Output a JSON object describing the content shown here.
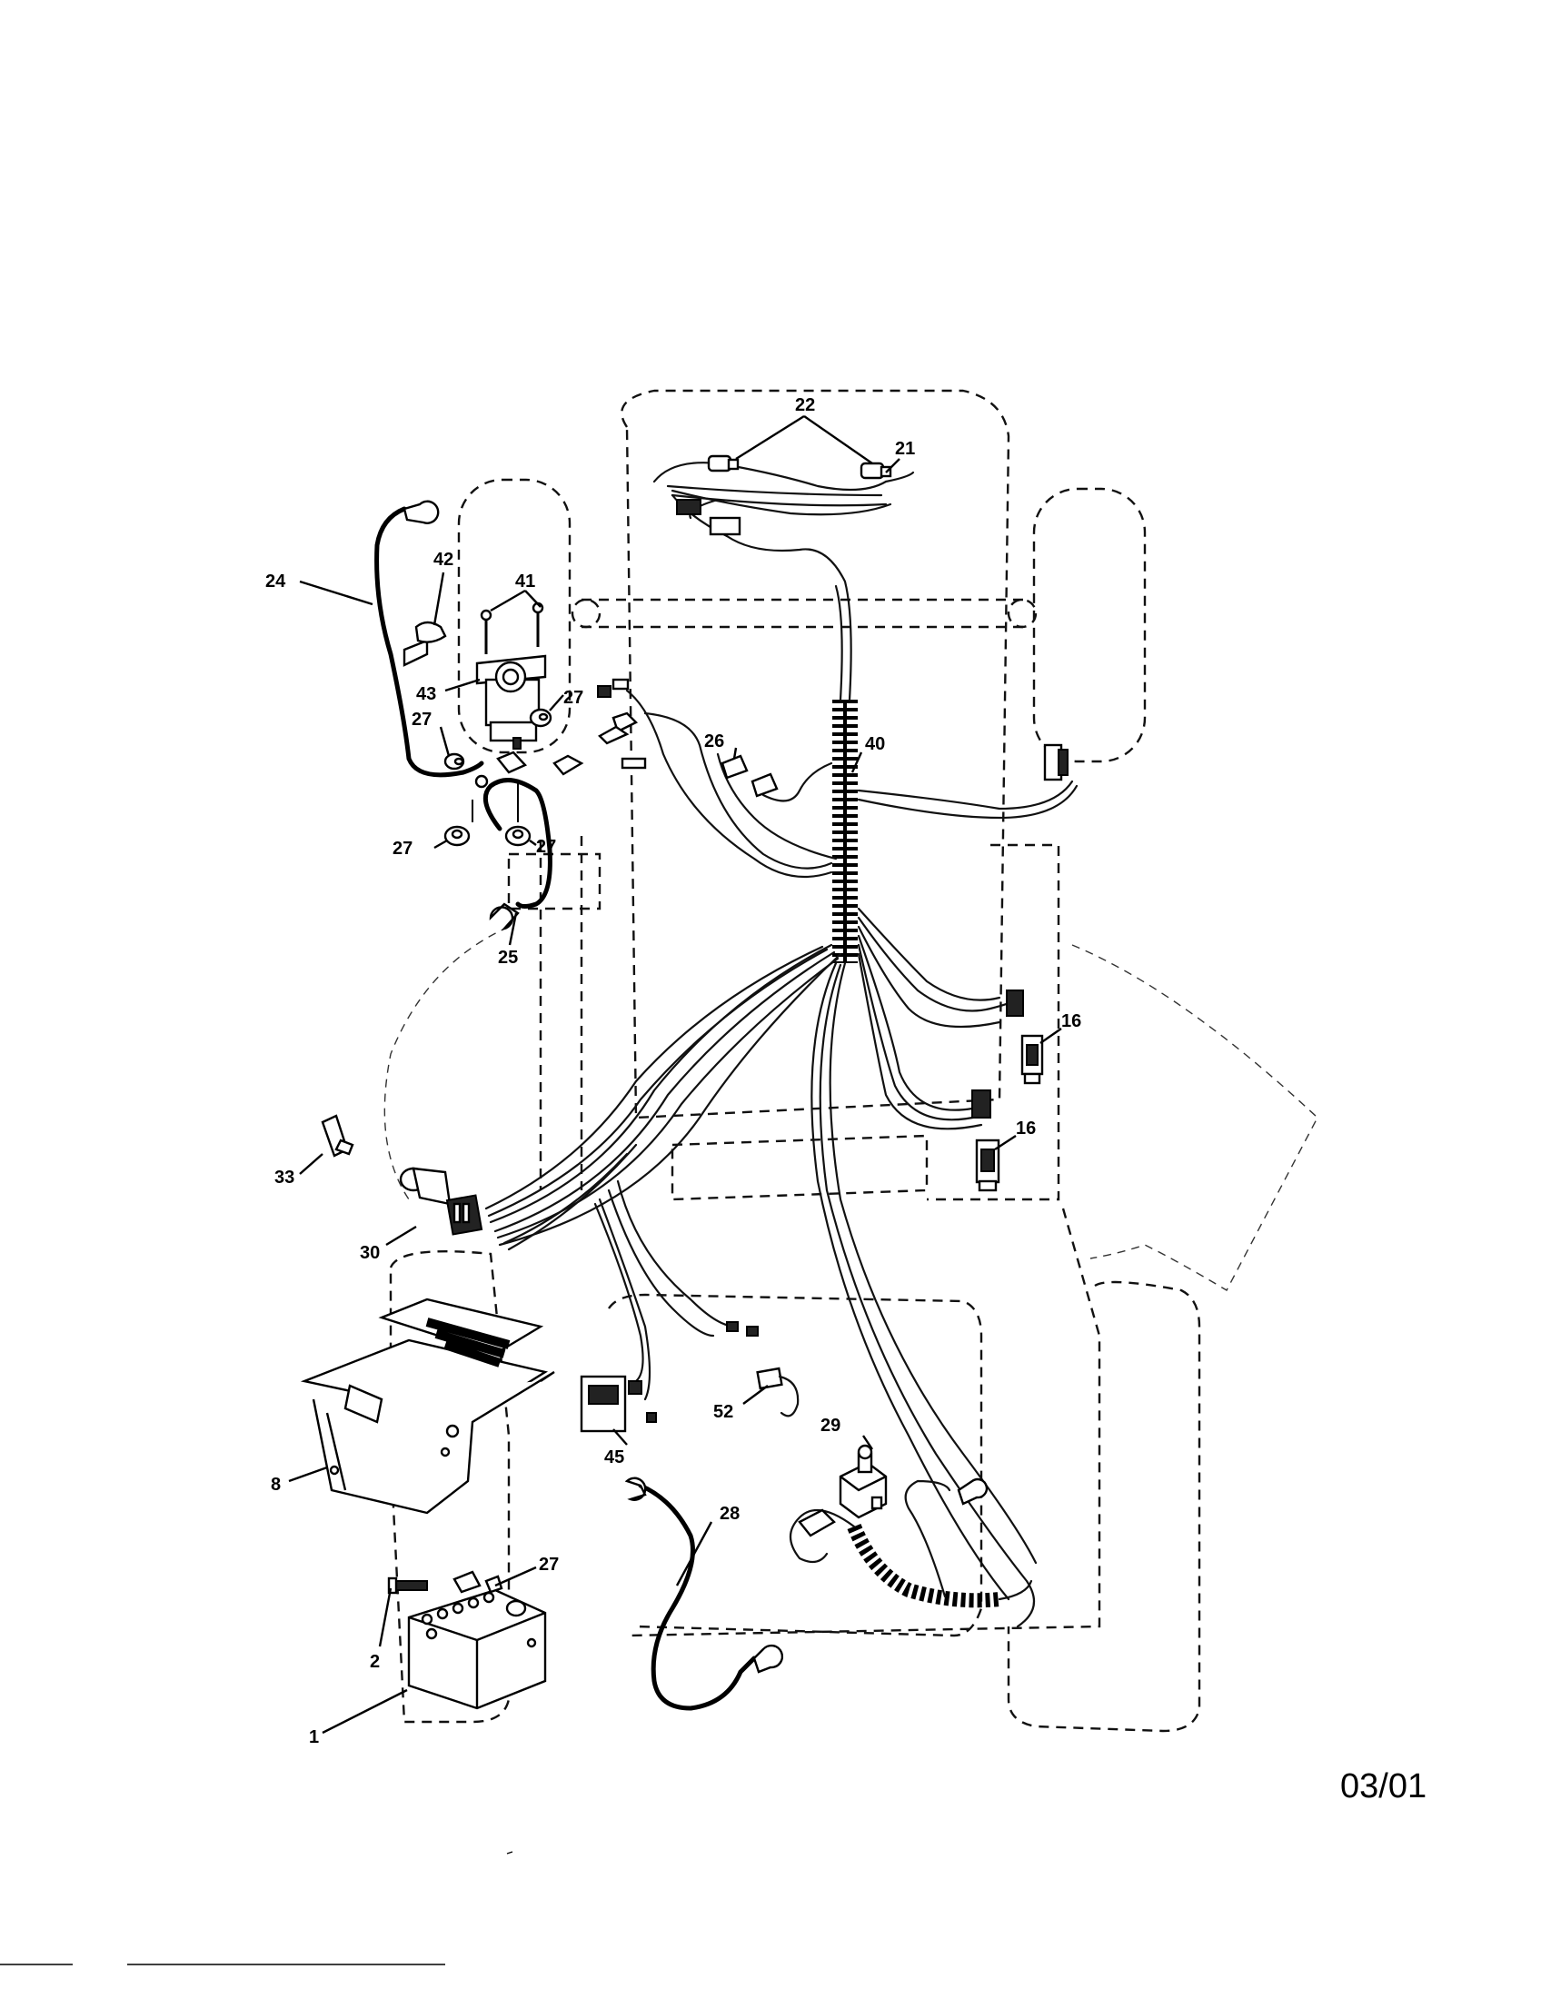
{
  "diagram": {
    "date_code": "03/01",
    "callouts": [
      {
        "id": "c22",
        "label": "22"
      },
      {
        "id": "c21",
        "label": "21"
      },
      {
        "id": "c42",
        "label": "42"
      },
      {
        "id": "c24",
        "label": "24"
      },
      {
        "id": "c41",
        "label": "41"
      },
      {
        "id": "c43",
        "label": "43"
      },
      {
        "id": "c27a",
        "label": "27"
      },
      {
        "id": "c27b",
        "label": "27"
      },
      {
        "id": "c26",
        "label": "26"
      },
      {
        "id": "c40",
        "label": "40"
      },
      {
        "id": "c27c",
        "label": "27"
      },
      {
        "id": "c27d",
        "label": "27"
      },
      {
        "id": "c25",
        "label": "25"
      },
      {
        "id": "c16a",
        "label": "16"
      },
      {
        "id": "c16b",
        "label": "16"
      },
      {
        "id": "c33",
        "label": "33"
      },
      {
        "id": "c30",
        "label": "30"
      },
      {
        "id": "c52",
        "label": "52"
      },
      {
        "id": "c45",
        "label": "45"
      },
      {
        "id": "c29",
        "label": "29"
      },
      {
        "id": "c8",
        "label": "8"
      },
      {
        "id": "c28",
        "label": "28"
      },
      {
        "id": "c27e",
        "label": "27"
      },
      {
        "id": "c2",
        "label": "2"
      },
      {
        "id": "c1",
        "label": "1"
      }
    ]
  }
}
